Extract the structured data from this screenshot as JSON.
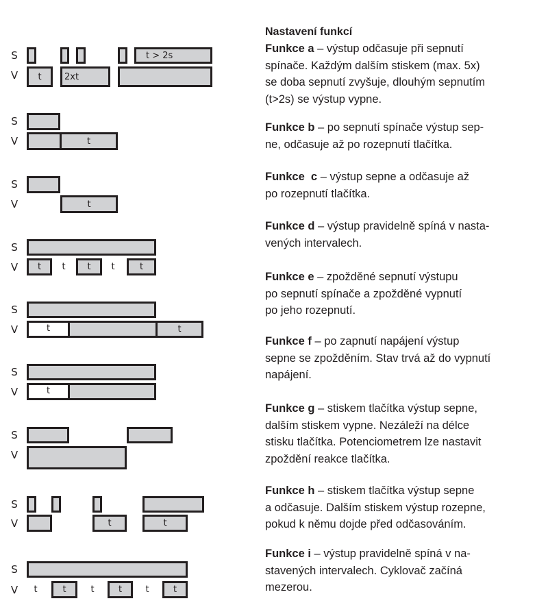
{
  "title": "Nastavení funkcí",
  "row_labels": {
    "s": "S",
    "v": "V"
  },
  "diagrams": [
    {
      "id": "a",
      "s": [
        "",
        "",
        "",
        "",
        "t >     2s"
      ],
      "v": [
        "t",
        "2xt",
        ""
      ],
      "free": []
    },
    {
      "id": "b",
      "s": [
        ""
      ],
      "v": [
        "",
        "t"
      ],
      "free": []
    },
    {
      "id": "c",
      "s": [
        ""
      ],
      "v": [
        "t"
      ],
      "free": []
    },
    {
      "id": "d",
      "s": [
        ""
      ],
      "v": [
        "t",
        "t",
        "t"
      ],
      "free": [
        "t",
        "t"
      ]
    },
    {
      "id": "e",
      "s": [
        ""
      ],
      "v": [
        "t",
        "",
        "t"
      ],
      "free": []
    },
    {
      "id": "f",
      "s": [
        ""
      ],
      "v": [
        "t",
        ""
      ],
      "free": []
    },
    {
      "id": "g",
      "s": [
        "",
        ""
      ],
      "v": [
        ""
      ],
      "free": []
    },
    {
      "id": "h",
      "s": [
        "",
        "",
        "",
        ""
      ],
      "v": [
        "",
        "t",
        "t"
      ],
      "free": []
    },
    {
      "id": "i",
      "s": [
        ""
      ],
      "v": [
        "t",
        "t",
        "t"
      ],
      "free": [
        "t",
        "t",
        "t"
      ]
    }
  ],
  "functions": [
    {
      "label": "Funkce a",
      "text": " – výstup odčasuje při sepnutí\nspínače. Každým dalším stiskem (max. 5x)\nse doba sepnutí zvyšuje, dlouhým sepnutím\n(t>2s) se výstup vypne."
    },
    {
      "label": "Funkce b",
      "text": " – po sepnutí spínače výstup sep-\nne, odčasuje až po rozepnutí tlačítka."
    },
    {
      "label": "Funkce  c",
      "text": " – výstup sepne a odčasuje až\npo rozepnutí tlačítka."
    },
    {
      "label": "Funkce d",
      "text": " – výstup pravidelně spíná v nasta-\nvených intervalech."
    },
    {
      "label": "Funkce e",
      "text": " – zpožděné sepnutí výstupu\npo sepnutí spínače a zpožděné vypnutí\npo jeho rozepnutí."
    },
    {
      "label": "Funkce f",
      "text": " – po zapnutí napájení výstup\nsepne se zpožděním. Stav trvá až do vypnutí\nnapájení."
    },
    {
      "label": "Funkce g",
      "text": " – stiskem tlačítka výstup sepne,\ndalším stiskem vypne. Nezáleží na délce\nstisku tlačítka. Potenciometrem lze nastavit\nzpoždění reakce tlačítka."
    },
    {
      "label": "Funkce h",
      "text": " – stiskem tlačítka výstup sepne\na odčasuje. Dalším stiskem výstup rozepne,\npokud k němu dojde před odčasováním."
    },
    {
      "label": "Funkce i",
      "text": " – výstup pravidelně spíná v na-\nstavených intervalech. Cyklovač začíná\nmezerou."
    }
  ]
}
